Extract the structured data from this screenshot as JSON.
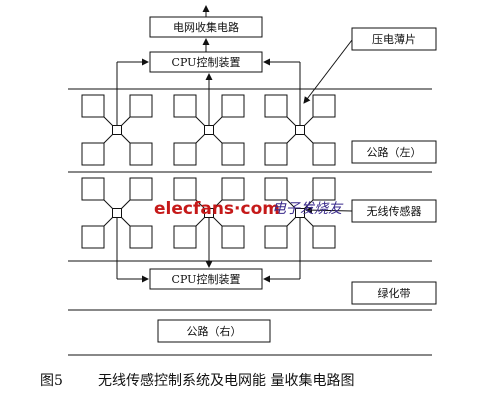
{
  "diagram": {
    "top_box": "电网收集电路",
    "cpu_top": "CPU控制装置",
    "cpu_bottom": "CPU控制装置",
    "road_right": "公路（右）",
    "side_labels": {
      "piezo": "压电薄片",
      "road_left": "公路（左）",
      "wireless_sensor": "无线传感器",
      "green_belt": "绿化带"
    },
    "watermark": {
      "site": "elecfans·com",
      "cn": "电子发烧友"
    },
    "caption": {
      "figure_no": "图5",
      "title": "无线传感控制系统及电网能 量收集电路图"
    }
  }
}
